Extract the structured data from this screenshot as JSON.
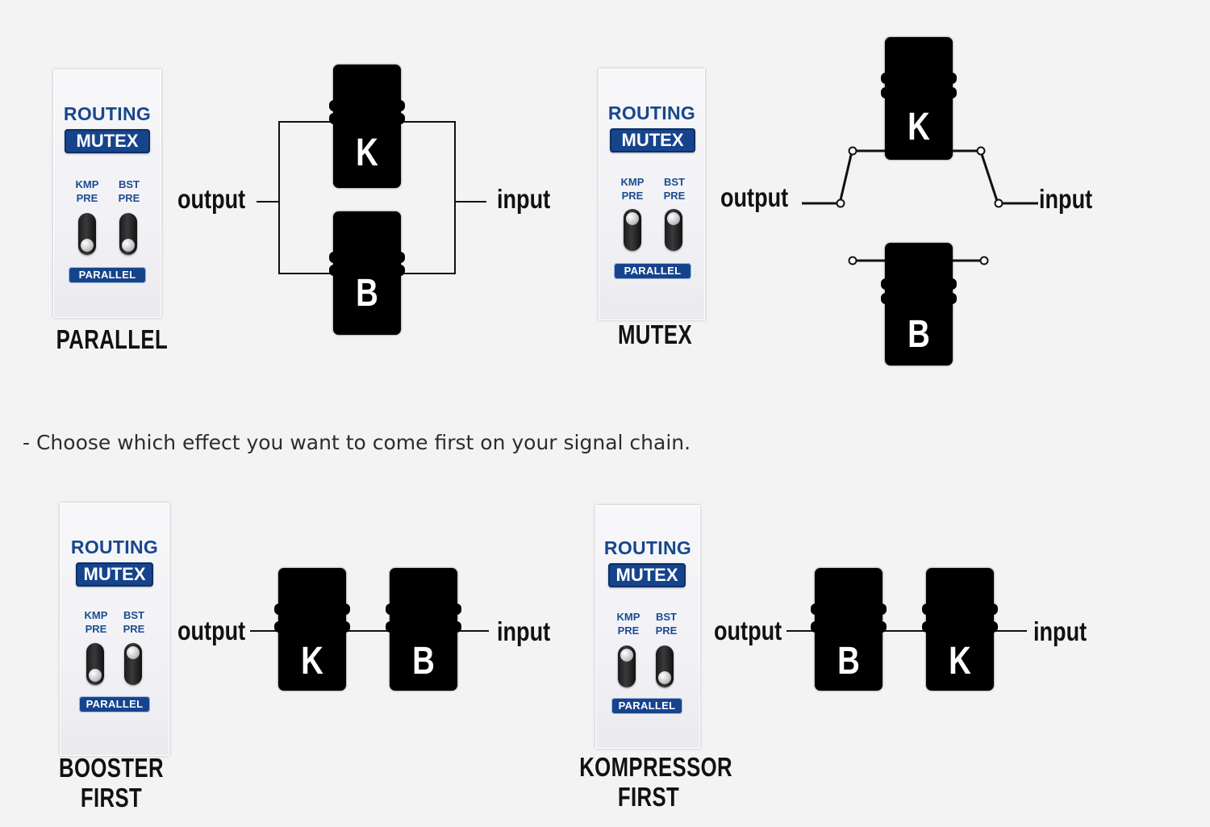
{
  "panel_text": {
    "routing": "ROUTING",
    "mutex": "MUTEX",
    "kmp_line1": "KMP",
    "kmp_line2": "PRE",
    "bst_line1": "BST",
    "bst_line2": "PRE",
    "parallel": "PARALLEL"
  },
  "io": {
    "output": "output",
    "input": "input"
  },
  "pedals": {
    "k": "K",
    "b": "B"
  },
  "diagrams": {
    "parallel": {
      "caption": "PARALLEL"
    },
    "mutex": {
      "caption": "MUTEX"
    },
    "booster_first": {
      "caption_line1": "BOOSTER",
      "caption_line2": "FIRST"
    },
    "kompressor_first": {
      "caption_line1": "KOMPRESSOR",
      "caption_line2": "FIRST"
    }
  },
  "instruction": "- Choose which effect you want to come first on your signal chain."
}
